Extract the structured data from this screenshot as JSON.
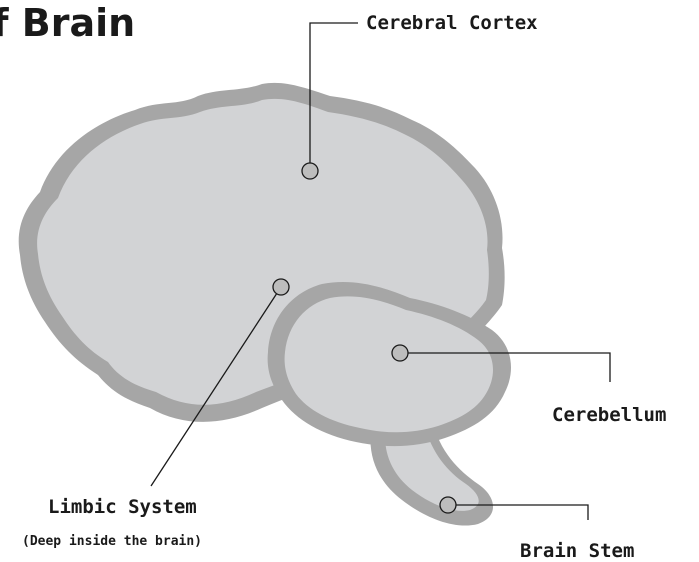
{
  "title": "f Brain",
  "labels": {
    "cerebral_cortex": "Cerebral Cortex",
    "cerebellum": "Cerebellum",
    "limbic_system": "Limbic System",
    "limbic_note": "(Deep inside the brain)",
    "brain_stem": "Brain Stem"
  },
  "colors": {
    "outer_tissue": "#a6a6a6",
    "inner_tissue": "#d2d3d5",
    "marker_fill": "#bdbdbd",
    "line": "#1a1a1a",
    "text": "#1a1a1a"
  }
}
